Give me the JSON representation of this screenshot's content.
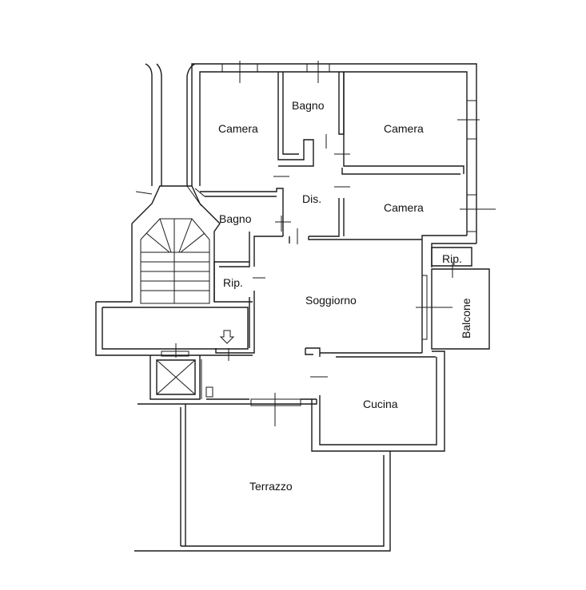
{
  "rooms": {
    "camera_nw": "Camera",
    "bagno_top": "Bagno",
    "camera_ne": "Camera",
    "dis": "Dis.",
    "bagno_mid": "Bagno",
    "camera_e": "Camera",
    "rip_west": "Rip.",
    "rip_east": "Rip.",
    "soggiorno": "Soggiorno",
    "balcone": "Balcone",
    "cucina": "Cucina",
    "terrazzo": "Terrazzo"
  },
  "colors": {
    "line": "#1a1a1a",
    "background": "#ffffff"
  },
  "icons": {
    "down_arrow": "arrow-down-icon",
    "elevator": "elevator-icon",
    "stair": "stair-icon"
  }
}
